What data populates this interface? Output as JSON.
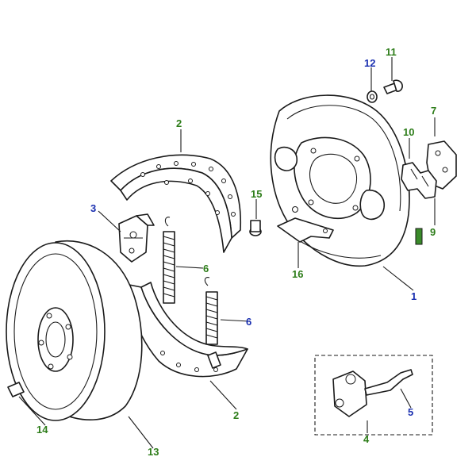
{
  "diagram": {
    "colors": {
      "green": "#2e7d1a",
      "blue": "#1a2fb0",
      "ink": "#1a1a1a"
    },
    "callouts": {
      "c1": "1",
      "c2a": "2",
      "c2b": "2",
      "c3": "3",
      "c4": "4",
      "c5": "5",
      "c6a": "6",
      "c6b": "6",
      "c7": "7",
      "c9": "9",
      "c10": "10",
      "c11": "11",
      "c12": "12",
      "c13": "13",
      "c14": "14",
      "c15": "15",
      "c16": "16"
    }
  }
}
